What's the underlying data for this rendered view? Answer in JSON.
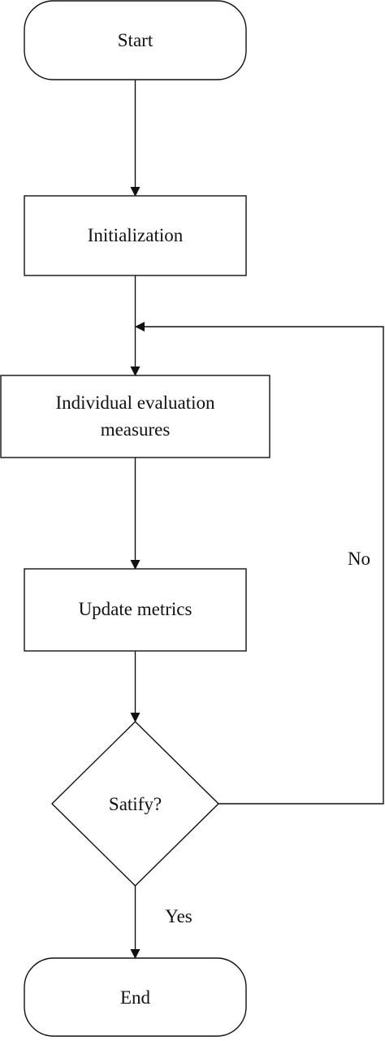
{
  "nodes": {
    "start": "Start",
    "initialization": "Initialization",
    "individual_evaluation_line1": "Individual evaluation",
    "individual_evaluation_line2": "measures",
    "update_metrics": "Update metrics",
    "satify": "Satify?",
    "end": "End"
  },
  "edges": {
    "no_label": "No",
    "yes_label": "Yes"
  },
  "colors": {
    "stroke": "#111111",
    "fill": "#ffffff",
    "text": "#111111"
  }
}
